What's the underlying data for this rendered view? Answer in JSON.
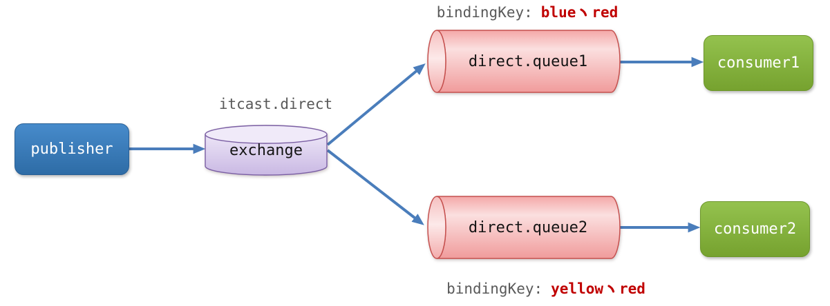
{
  "nodes": {
    "publisher": {
      "label": "publisher"
    },
    "exchange": {
      "label": "exchange",
      "name": "itcast.direct"
    },
    "queue1": {
      "label": "direct.queue1"
    },
    "queue2": {
      "label": "direct.queue2"
    },
    "consumer1": {
      "label": "consumer1"
    },
    "consumer2": {
      "label": "consumer2"
    }
  },
  "annotations": {
    "binding1": {
      "text": "bindingKey: blue、red",
      "prefix": "bindingKey:",
      "key1": "blue",
      "separator": "、",
      "key2": "red"
    },
    "binding2": {
      "text": "bindingKey: yellow、red",
      "prefix": "bindingKey:",
      "key1": "yellow",
      "separator": "、",
      "key2": "red"
    }
  },
  "edges": [
    {
      "from": "publisher",
      "to": "exchange"
    },
    {
      "from": "exchange",
      "to": "direct.queue1"
    },
    {
      "from": "exchange",
      "to": "direct.queue2"
    },
    {
      "from": "direct.queue1",
      "to": "consumer1"
    },
    {
      "from": "direct.queue2",
      "to": "consumer2"
    }
  ],
  "colors": {
    "arrow": "#4A7DBB",
    "publisher_fill_top": "#478BCB",
    "publisher_fill_bottom": "#2E6CA6",
    "consumer_fill_top": "#94C24E",
    "consumer_fill_bottom": "#76A22F",
    "queue_border": "#C5504E",
    "queue_fill_light": "#FBDFDF",
    "queue_fill_dark": "#F09B9B",
    "exchange_border": "#7A5EA3",
    "exchange_fill_top": "#ECE5F7",
    "exchange_fill_bottom": "#C9B8E3",
    "annotation_gray": "#595959",
    "binding_key_red": "#C00000"
  }
}
